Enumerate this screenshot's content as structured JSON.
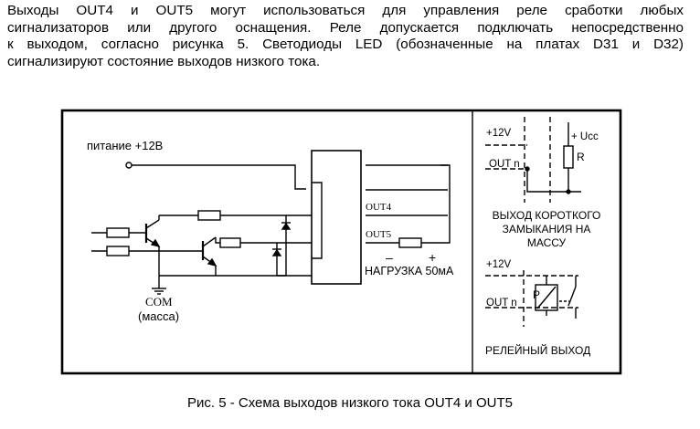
{
  "paragraph": {
    "lines": [
      "Выходы OUT4 и OUT5 могут использоваться для управления реле сработки любых",
      "сигнализаторов или другого оснащения. Реле допускается подключать непосредственно",
      "к выходом, согласно рисунка 5. Светодиоды LED (обозначенные на платах D31 и D32)",
      "сигнализируют состояние выходов низкого тока."
    ]
  },
  "figure": {
    "main": {
      "supply_label": "питание +12В",
      "com_label": "COM",
      "mass_label": "(масса)",
      "out4_label": "OUT4",
      "out5_label": "OUT5",
      "minus_sign": "–",
      "plus_sign": "+",
      "load_label": "НАГРУЗКА 50мА"
    },
    "short_circuit": {
      "v12_label": "+12V",
      "outn_label": "OUT n",
      "ucc_label": "+ Ucc",
      "r_label": "R",
      "title_lines": [
        "ВЫХОД КОРОТКОГО",
        "ЗАМЫКАНИЯ НА",
        "МАССУ"
      ]
    },
    "relay": {
      "v12_label": "+12V",
      "outn_label": "OUT n",
      "p_label": "P",
      "title": "РЕЛЕЙНЫЙ ВЫХОД"
    },
    "caption": "Рис. 5 - Схема выходов низкого тока OUT4 и OUT5"
  }
}
